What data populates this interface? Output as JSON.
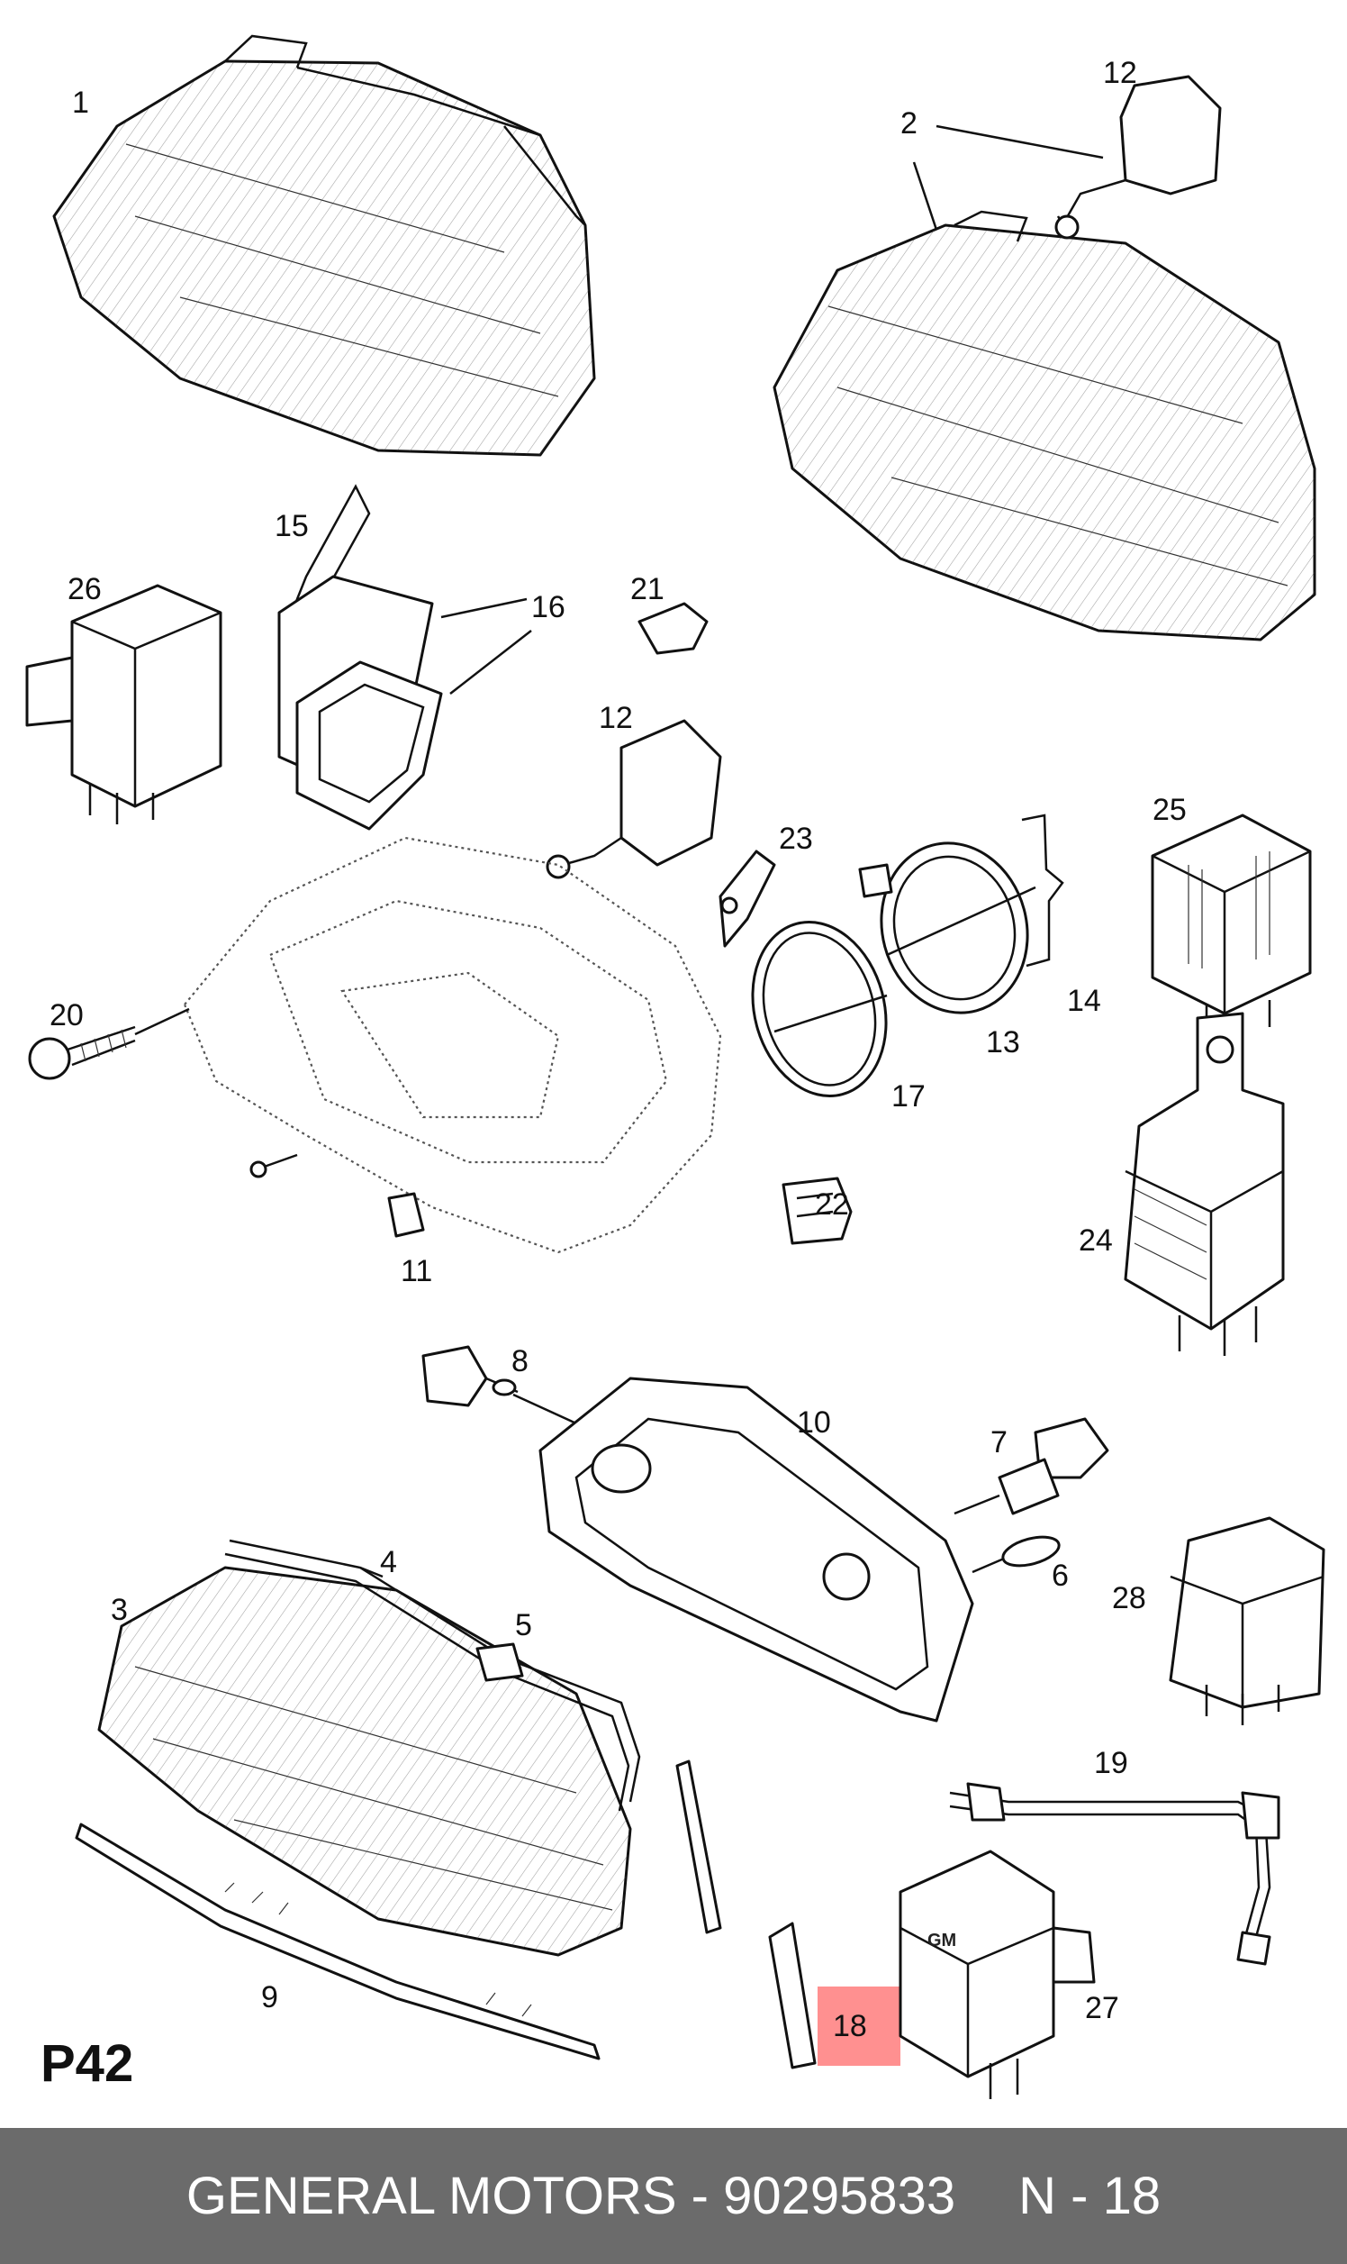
{
  "diagram": {
    "page_code": "P42",
    "callouts": [
      "1",
      "2",
      "3",
      "4",
      "5",
      "6",
      "7",
      "8",
      "9",
      "10",
      "11",
      "12",
      "12",
      "13",
      "14",
      "15",
      "16",
      "17",
      "18",
      "19",
      "20",
      "21",
      "22",
      "23",
      "24",
      "25",
      "26",
      "27",
      "28"
    ],
    "highlight_color": "#ff6b6b"
  },
  "footer": {
    "brand": "GENERAL MOTORS",
    "separator": "-",
    "part_number": "90295833",
    "ref": "N - 18",
    "background_color": "#6b6b6b",
    "text_color": "#ffffff"
  }
}
